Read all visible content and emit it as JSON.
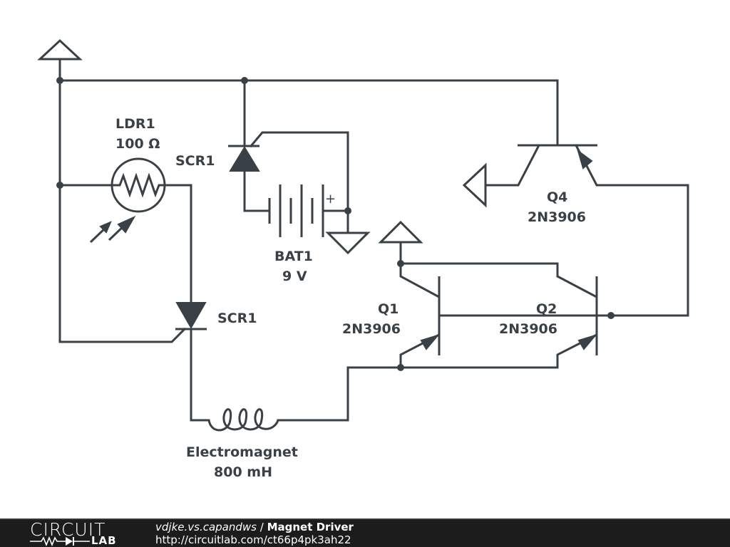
{
  "schematic": {
    "title": "Magnet Driver",
    "components": {
      "ldr1": {
        "name": "LDR1",
        "value": "100 Ω"
      },
      "scr_top": {
        "name": "SCR1"
      },
      "scr_bottom": {
        "name": "SCR1"
      },
      "bat1": {
        "name": "BAT1",
        "value": "9 V",
        "polarity_mark": "+"
      },
      "q1": {
        "name": "Q1",
        "value": "2N3906"
      },
      "q2": {
        "name": "Q2",
        "value": "2N3906"
      },
      "q4": {
        "name": "Q4",
        "value": "2N3906"
      },
      "electromagnet": {
        "name": "Electromagnet",
        "value": "800 mH"
      }
    },
    "colors": {
      "ink": "#3a4146",
      "background": "#ffffff"
    }
  },
  "footer": {
    "logo_top": "CIRCUIT",
    "logo_bottom": "LAB",
    "author": "vdjke.vs.capandws",
    "separator": " / ",
    "title": "Magnet Driver",
    "url": "http://circuitlab.com/ct66p4pk3ah22",
    "background": "#1c1c1c"
  }
}
